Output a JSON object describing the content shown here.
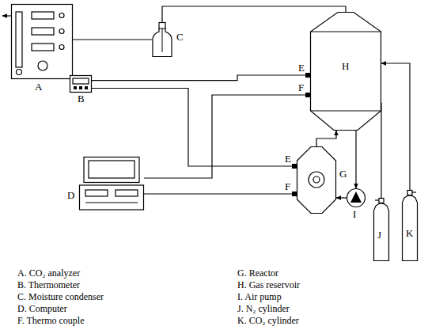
{
  "diagram": {
    "nodes": [
      {
        "text": [
          "A"
        ]
      },
      {
        "text": [
          "B"
        ]
      },
      {
        "text": [
          "C"
        ]
      },
      {
        "text": [
          "D"
        ]
      },
      {
        "text": [
          "G"
        ]
      },
      {
        "text": [
          "H"
        ]
      },
      {
        "text": [
          "I"
        ]
      },
      {
        "text": [
          "J"
        ]
      },
      {
        "text": [
          "K"
        ]
      }
    ],
    "edges": [
      {
        "from": 5,
        "to": 2,
        "arrow": "none"
      },
      {
        "from": 2,
        "to": 0,
        "arrow": "none"
      },
      {
        "from": 1,
        "to": 5,
        "arrow": "none"
      },
      {
        "from": 1,
        "to": 4,
        "arrow": "none"
      },
      {
        "from": 3,
        "to": 4,
        "arrow": "none"
      },
      {
        "from": 3,
        "to": 5,
        "arrow": "none"
      },
      {
        "from": 5,
        "to": 6,
        "arrow": "to"
      },
      {
        "from": 6,
        "to": 4,
        "arrow": "to"
      },
      {
        "from": 4,
        "to": 5,
        "arrow": "to"
      },
      {
        "from": 7,
        "to": 5,
        "arrow": "to"
      },
      {
        "from": 8,
        "to": 5,
        "arrow": "to"
      }
    ],
    "labels": [
      "E",
      "F",
      "E",
      "F",
      "A. CO₂ analyzer",
      "B. Thermometer",
      "C. Moisture condenser",
      "D. Computer",
      "F. Thermo couple",
      "G. Reactor",
      "H. Gas reservoir",
      "I. Air pump",
      "J. N₂ cylinder",
      "K. CO₂ cylinder"
    ]
  }
}
